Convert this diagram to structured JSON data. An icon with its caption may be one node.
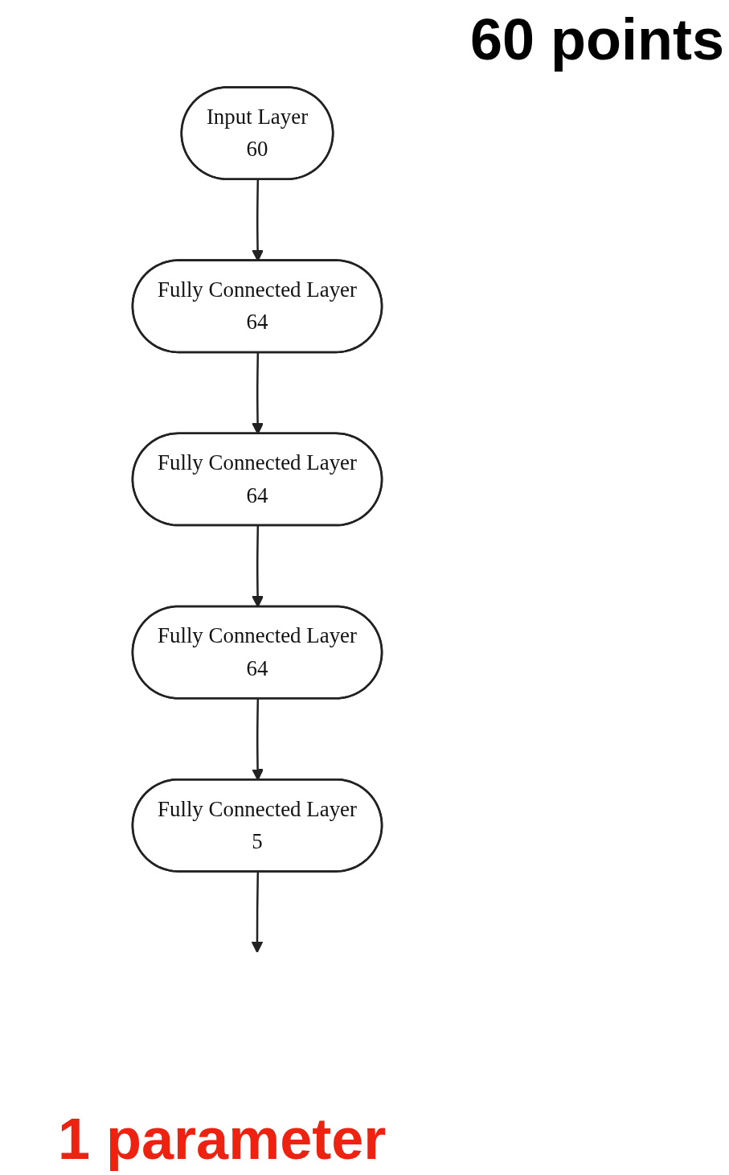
{
  "diagram": {
    "nodes": [
      {
        "text": [
          "Input Layer",
          "60"
        ]
      },
      {
        "text": [
          "Fully Connected Layer",
          "64"
        ]
      },
      {
        "text": [
          "Fully Connected Layer",
          "64"
        ]
      },
      {
        "text": [
          "Fully Connected Layer",
          "64"
        ]
      },
      {
        "text": [
          "Fully Connected Layer",
          "5"
        ]
      }
    ],
    "edges": [
      {
        "from": 0,
        "to": 1,
        "arrow": "to"
      },
      {
        "from": 1,
        "to": 2,
        "arrow": "to"
      },
      {
        "from": 2,
        "to": 3,
        "arrow": "to"
      },
      {
        "from": 3,
        "to": 4,
        "arrow": "to"
      },
      {
        "from": 4,
        "to": null,
        "arrow": "to"
      }
    ],
    "labels": [
      "60 points",
      "1 parameter"
    ]
  }
}
